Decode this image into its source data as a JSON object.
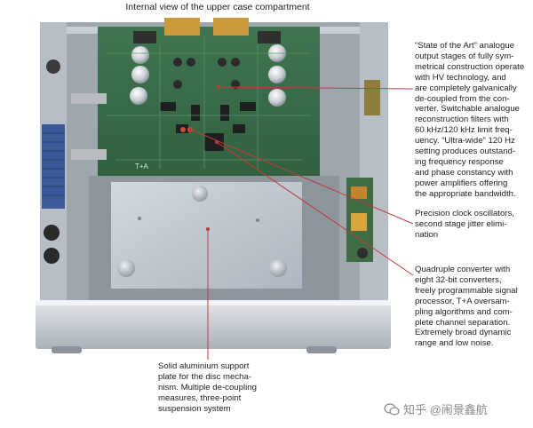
{
  "figure": {
    "title": "Internal view of the upper case compartment",
    "board_marking": "T+A",
    "callouts": [
      {
        "id": "dac",
        "lines": [
          "“State of the Art” analogue",
          "output stages of fully sym-",
          "metrical construction operate",
          "with HV technology, and",
          "are completely galvanically",
          "de-coupled from the con-",
          "verter. Switchable analogue",
          "reconstruction filters with",
          "60 kHz/120 kHz limit freq-",
          "uency. “Ultra-wide” 120 Hz",
          "setting produces outstand-",
          "ing frequency response",
          "and phase constancy with",
          "power amplifiers offering",
          "the appropriate bandwidth."
        ]
      },
      {
        "id": "clock",
        "lines": [
          "Precision clock oscillators,",
          "second stage jitter elimi-",
          "nation"
        ]
      },
      {
        "id": "quad",
        "lines": [
          "Quadruple converter with",
          "eight 32-bit converters,",
          "freely programmable signal",
          "processor, T+A oversam-",
          "pling algorithms and com-",
          "plete channel separation.",
          "Extremely broad dynamic",
          "range and low noise."
        ]
      },
      {
        "id": "plate",
        "lines": [
          "Solid aluminium support",
          "plate for the disc mecha-",
          "nism. Multiple de-coupling",
          "measures, three-point",
          "suspension system"
        ]
      }
    ],
    "watermark": "知乎 @闹景鑫航",
    "colors": {
      "pcb": "#3c6e4a",
      "chassis": "#b9c0c8",
      "plate": "#c5ccd4",
      "leader": "#c23a3a"
    }
  }
}
